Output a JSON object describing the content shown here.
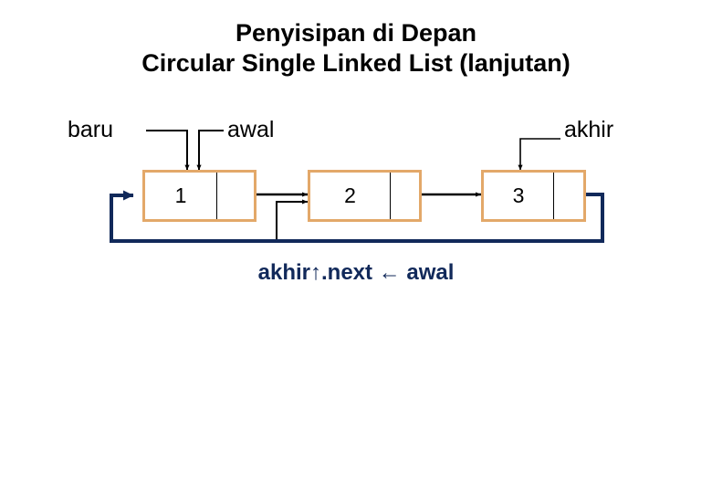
{
  "slide": {
    "title_line_1": "Penyisipan di Depan",
    "title_line_2": "Circular Single Linked List (lanjutan)",
    "caption": "akhir↑.next ← awal"
  },
  "colors": {
    "node_border": "#E3A869",
    "node_fill": "#FFFFFF",
    "pointer_line": "#000000",
    "circular_link": "#11295A",
    "text": "#000000",
    "caption_text": "#11295A",
    "background": "#FFFFFF"
  },
  "pointers": [
    {
      "name": "baru",
      "label": "baru",
      "targets": "node-1"
    },
    {
      "name": "awal",
      "label": "awal",
      "targets": "node-1"
    },
    {
      "name": "akhir",
      "label": "akhir",
      "targets": "node-3"
    }
  ],
  "linked_list": {
    "type": "circular single linked list",
    "nodes": [
      {
        "value": "1",
        "next": "2"
      },
      {
        "value": "2",
        "next": "3"
      },
      {
        "value": "3",
        "next": "1"
      }
    ]
  },
  "links": [
    {
      "name": "node-1-next-to-node-2",
      "from": "node-1",
      "to": "node-2",
      "style": "solid-black-arrow"
    },
    {
      "name": "node-2-next-to-node-3",
      "from": "node-2",
      "to": "node-3",
      "style": "solid-black-arrow"
    },
    {
      "name": "old-awal-to-node-2",
      "from": "old-awal",
      "to": "node-2",
      "style": "solid-black-arrow"
    },
    {
      "name": "node-3-next-to-node-1",
      "from": "node-3",
      "to": "node-1",
      "style": "navy-circular-arrow"
    }
  ]
}
